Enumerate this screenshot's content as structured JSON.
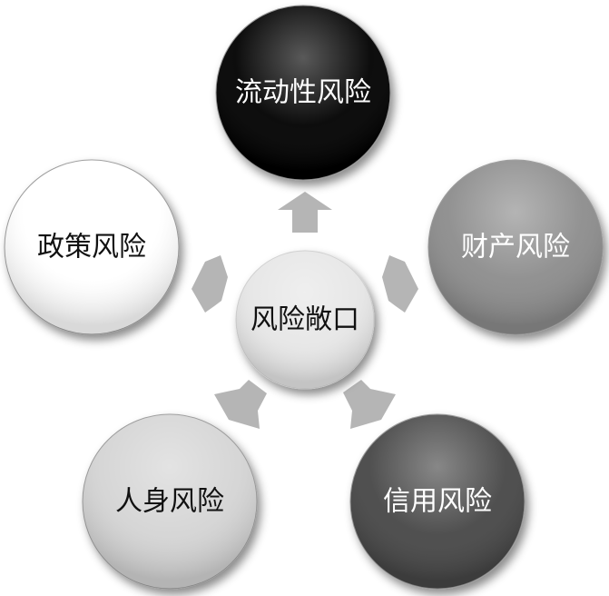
{
  "center": {
    "label": "风险敞口",
    "fill": "#e6e6e6",
    "text_color": "#111111"
  },
  "nodes": [
    {
      "id": "liquidity",
      "label": "流动性风险",
      "fill": "#050505",
      "text_color": "#ffffff"
    },
    {
      "id": "property",
      "label": "财产风险",
      "fill": "#8c8c8c",
      "text_color": "#ffffff"
    },
    {
      "id": "credit",
      "label": "信用风险",
      "fill": "#474747",
      "text_color": "#ffffff"
    },
    {
      "id": "personal",
      "label": "人身风险",
      "fill": "#d4d4d4",
      "text_color": "#111111"
    },
    {
      "id": "policy",
      "label": "政策风险",
      "fill": "#ffffff",
      "text_color": "#111111"
    }
  ],
  "arrow_color": "#b5b5b5"
}
